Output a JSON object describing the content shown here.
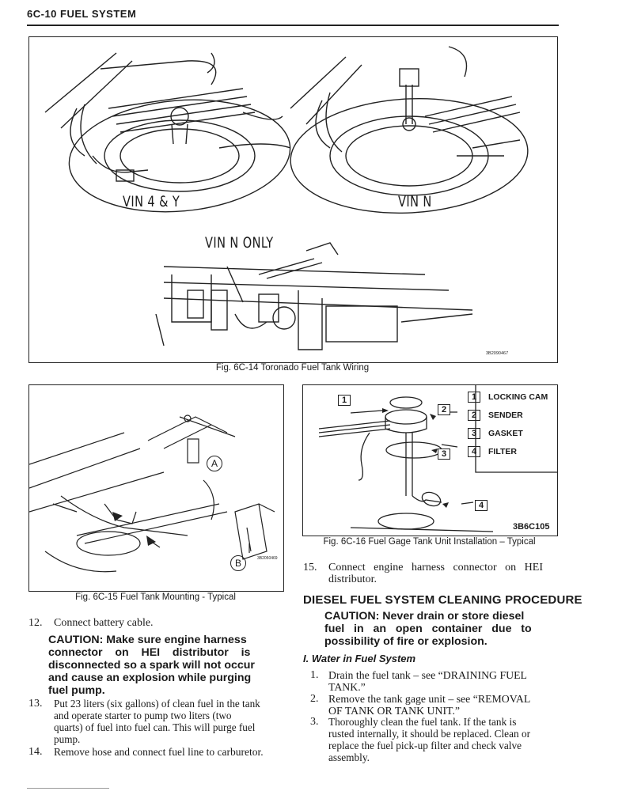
{
  "header": {
    "title": "6C-10 FUEL SYSTEM"
  },
  "fig14": {
    "label_vin4y": "VIN 4 & Y",
    "label_vinn": "VIN N",
    "label_vinn_only": "VIN N ONLY",
    "code": "3B2090467",
    "caption": "Fig. 6C-14 Toronado Fuel Tank Wiring"
  },
  "fig15": {
    "callout_a": "A",
    "callout_b": "B",
    "code": "3B2050469",
    "caption": "Fig. 6C-15 Fuel Tank Mounting - Typical"
  },
  "fig16": {
    "legend": [
      {
        "num": "1",
        "label": "LOCKING CAM"
      },
      {
        "num": "2",
        "label": "SENDER"
      },
      {
        "num": "3",
        "label": "GASKET"
      },
      {
        "num": "4",
        "label": "FILTER"
      }
    ],
    "code": "3B6C105",
    "caption": "Fig. 6C-16 Fuel Gage Tank Unit Installation – Typical"
  },
  "left_column": {
    "step12_num": "12.",
    "step12_text": "Connect battery cable.",
    "caution_line1": "CAUTION: Make sure engine harness",
    "caution_line2": "connector    on    HEI    distributor    is",
    "caution_line3": "disconnected so a spark will not occur",
    "caution_line4": "and cause an explosion while purging",
    "caution_line5": "fuel pump.",
    "step13_num": "13.",
    "step13_line1": "Put 23 liters (six gallons) of clean fuel in the tank",
    "step13_line2": "and operate starter to pump two liters (two",
    "step13_line3": "quarts) of fuel into fuel can. This will purge fuel",
    "step13_line4": "pump.",
    "step14_num": "14.",
    "step14_text": "Remove hose and connect fuel line to carburetor."
  },
  "right_column": {
    "step15_num": "15.",
    "step15_line1": "Connect   engine   harness   connector   on   HEI",
    "step15_line2": "distributor.",
    "section_title": "DIESEL FUEL SYSTEM CLEANING PROCEDURE",
    "caution_line1": "CAUTION: Never drain or store diesel",
    "caution_line2": "fuel   in   an   open   container   due   to",
    "caution_line3": "possibility of fire or explosion.",
    "subsection": "I. Water in Fuel System",
    "step1_num": "1.",
    "step1_line1": "Drain the fuel tank – see “DRAINING FUEL",
    "step1_line2": "TANK.”",
    "step2_num": "2.",
    "step2_line1": "Remove the tank gage unit – see “REMOVAL",
    "step2_line2": "OF TANK OR TANK UNIT.”",
    "step3_num": "3.",
    "step3_line1": "Thoroughly clean the fuel tank. If the tank is",
    "step3_line2": "rusted internally, it should be replaced. Clean or",
    "step3_line3": "replace the fuel pick-up filter and check valve",
    "step3_line4": "assembly."
  }
}
